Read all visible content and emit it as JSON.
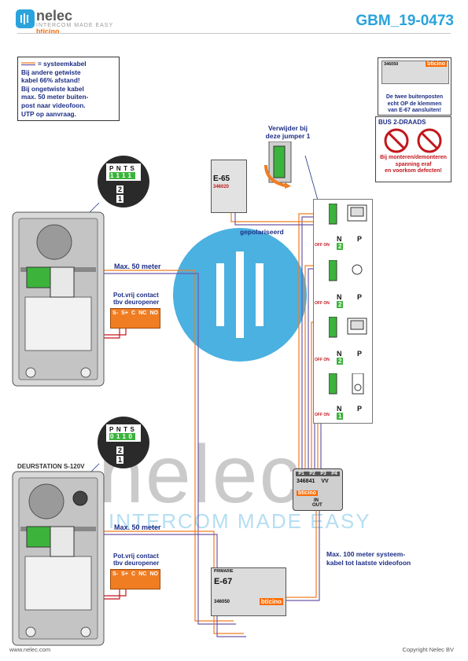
{
  "header": {
    "logo_name": "nelec",
    "logo_tagline": "INTERCOM MADE EASY",
    "logo_brand": "bticino",
    "doc_code": "GBM_19-0473"
  },
  "note_box": {
    "legend": "= systeemkabel",
    "lines": [
      "Bij andere getwiste",
      "kabel 66% afstand!",
      "Bij ongetwiste kabel",
      "max. 50 meter buiten-",
      "post naar videofoon.",
      "UTP op aanvraag."
    ]
  },
  "e67_warning": {
    "part": "346050",
    "brand": "bticino",
    "text_lines": [
      "De twee buitenposten",
      "echt OP de klemmen",
      "van E-67 aansluiten!"
    ]
  },
  "bus_warning": {
    "title": "BUS 2-DRAADS",
    "text_lines": [
      "Bij monteren/demonteren",
      "spanning eraf",
      "en voorkom defecten!"
    ]
  },
  "jumper_note": [
    "Verwijder bij",
    "deze jumper 1"
  ],
  "e65": {
    "name": "E-65",
    "part": "346020"
  },
  "polarised_label": "gepolariseerd",
  "door_station_top": {
    "max_label": "Max. 50 meter",
    "contact_label_1": "Pot.vrij contact",
    "contact_label_2": "tbv deuropener",
    "terminals": [
      "S-",
      "S+",
      "C",
      "NC",
      "NO"
    ],
    "switch_letters": [
      "P",
      "N",
      "T",
      "S"
    ],
    "switch_values": [
      "1",
      "1",
      "1",
      "1"
    ],
    "dip_labels": [
      "2",
      "1"
    ]
  },
  "door_station_bottom": {
    "name": "DEURSTATION S-120V",
    "max_label": "Max. 50 meter",
    "contact_label_1": "Pot.vrij contact",
    "contact_label_2": "tbv deuropener",
    "terminals": [
      "S-",
      "S+",
      "C",
      "NC",
      "NO"
    ],
    "switch_letters": [
      "P",
      "N",
      "T",
      "S"
    ],
    "switch_values": [
      "0",
      "1",
      "1",
      "0"
    ],
    "dip_labels": [
      "2",
      "1"
    ]
  },
  "monitors": {
    "col_labels": [
      "N",
      "P"
    ],
    "units": [
      {
        "n_value": "2",
        "off_on": "OFF ON"
      },
      {
        "n_value": "2",
        "off_on": "OFF ON"
      },
      {
        "n_value": "2",
        "off_on": "OFF ON"
      },
      {
        "n_value": "1",
        "off_on": "OFF ON"
      }
    ]
  },
  "distributor": {
    "ports": [
      "P1",
      "P2",
      "P3",
      "P4"
    ],
    "part": "346841",
    "suffix": "VV",
    "brand": "bticino",
    "in_label": "IN",
    "out_label": "OUT"
  },
  "max100_label": [
    "Max. 100 meter systeem-",
    "kabel tot laatste videofoon"
  ],
  "e67": {
    "top_label": "PRIMARIE",
    "name": "E-67",
    "part": "346050",
    "brand": "bticino"
  },
  "footer": {
    "left": "www.nelec.com",
    "right": "Copyright Nelec BV"
  },
  "watermark": {
    "main": "nelec",
    "sub": "INTERCOM MADE EASY"
  },
  "colors": {
    "accent": "#2aa3dc",
    "text_blue": "#1e2f86",
    "red": "#c3161c",
    "orange": "#f07d22",
    "green": "#3cb43c"
  }
}
